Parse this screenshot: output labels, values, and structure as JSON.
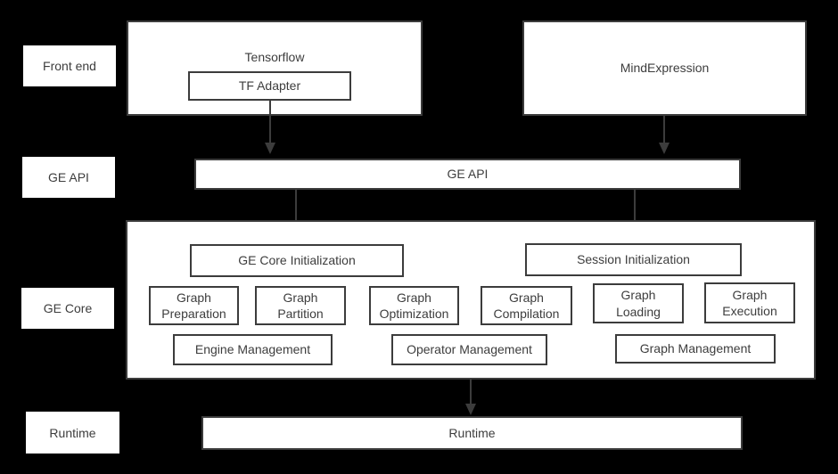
{
  "colors": {
    "background": "#000000",
    "box_fill": "#ffffff",
    "border": "#3c3c3c",
    "text": "#3d3d3d",
    "arrow": "#3c3c3c"
  },
  "row_labels": {
    "front_end": "Front end",
    "ge_api": "GE API",
    "ge_core": "GE Core",
    "runtime": "Runtime"
  },
  "front_end": {
    "tensorflow_title": "Tensorflow",
    "tf_adapter": "TF Adapter",
    "mind_expression": "MindExpression"
  },
  "ge_api_bar": {
    "label": "GE API"
  },
  "ge_core": {
    "core_init": "GE Core Initialization",
    "session_init": "Session Initialization",
    "stages": [
      {
        "label": "Graph Preparation"
      },
      {
        "label": "Graph Partition"
      },
      {
        "label": "Graph Optimization"
      },
      {
        "label": "Graph Compilation"
      },
      {
        "label": "Graph Loading"
      },
      {
        "label": "Graph Execution"
      }
    ],
    "management": [
      {
        "label": "Engine Management"
      },
      {
        "label": "Operator Management"
      },
      {
        "label": "Graph Management"
      }
    ]
  },
  "runtime_bar": {
    "label": "Runtime"
  }
}
